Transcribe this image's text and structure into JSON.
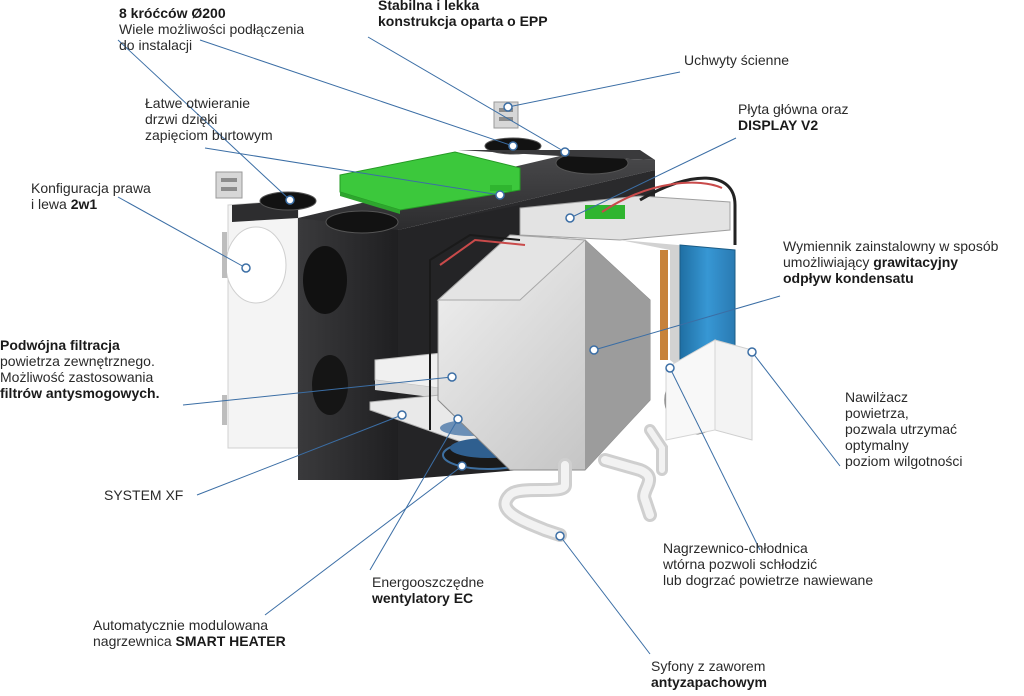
{
  "colors": {
    "leader_line": "#3b6ea5",
    "dot_fill": "#ffffff",
    "dot_stroke": "#3b6ea5",
    "panel_green": "#3cc83c",
    "heat_exchanger_blue": "#2f8fc9",
    "housing_dark": "#2b2b2d",
    "housing_white": "#f3f3f3"
  },
  "labels": {
    "krocce": {
      "title": "8 króćców Ø200",
      "line1": "Wiele możliwości podłączenia",
      "line2": "do instalacji"
    },
    "epp": {
      "line1": "Stabilna i lekka",
      "line2": "konstrukcja oparta o EPP"
    },
    "uchwyty": {
      "line1": "Uchwyty ścienne"
    },
    "otwieranie": {
      "line1": "Łatwe otwieranie",
      "line2": "drzwi dzięki",
      "line3": "zapięciom burtowym"
    },
    "plyta": {
      "line1": "Płyta główna oraz",
      "line2": "DISPLAY V2"
    },
    "konfiguracja": {
      "line1": "Konfiguracja prawa",
      "line2_prefix": "i lewa ",
      "line2_bold": "2w1"
    },
    "wymiennik": {
      "line1": "Wymiennik zainstalowny w sposób",
      "line2_prefix": "umożliwiający ",
      "line2_bold": "grawitacyjny",
      "line3": "odpływ kondensatu"
    },
    "filtracja": {
      "line1": "Podwójna filtracja",
      "line2": "powietrza zewnętrznego.",
      "line3": "Możliwość zastosowania",
      "line4": "filtrów antysmogowych."
    },
    "nawilzacz": {
      "line1": "Nawilżacz",
      "line2": "powietrza,",
      "line3": "pozwala utrzymać",
      "line4": "optymalny",
      "line5": "poziom wilgotności"
    },
    "systemxf": {
      "line1": "SYSTEM XF"
    },
    "nagrzewnica": {
      "line1": "Nagrzewnico-chłodnica",
      "line2": "wtórna pozwoli schłodzić",
      "line3": "lub dogrzać powietrze nawiewane"
    },
    "wentylatory": {
      "line1": "Energooszczędne",
      "line2": "wentylatory EC"
    },
    "smartheater": {
      "line1": "Automatycznie modulowana",
      "line2_prefix": "nagrzewnica ",
      "line2_bold": "SMART HEATER"
    },
    "syfony": {
      "line1": "Syfony z zaworem",
      "line2": "antyzapachowym"
    }
  }
}
